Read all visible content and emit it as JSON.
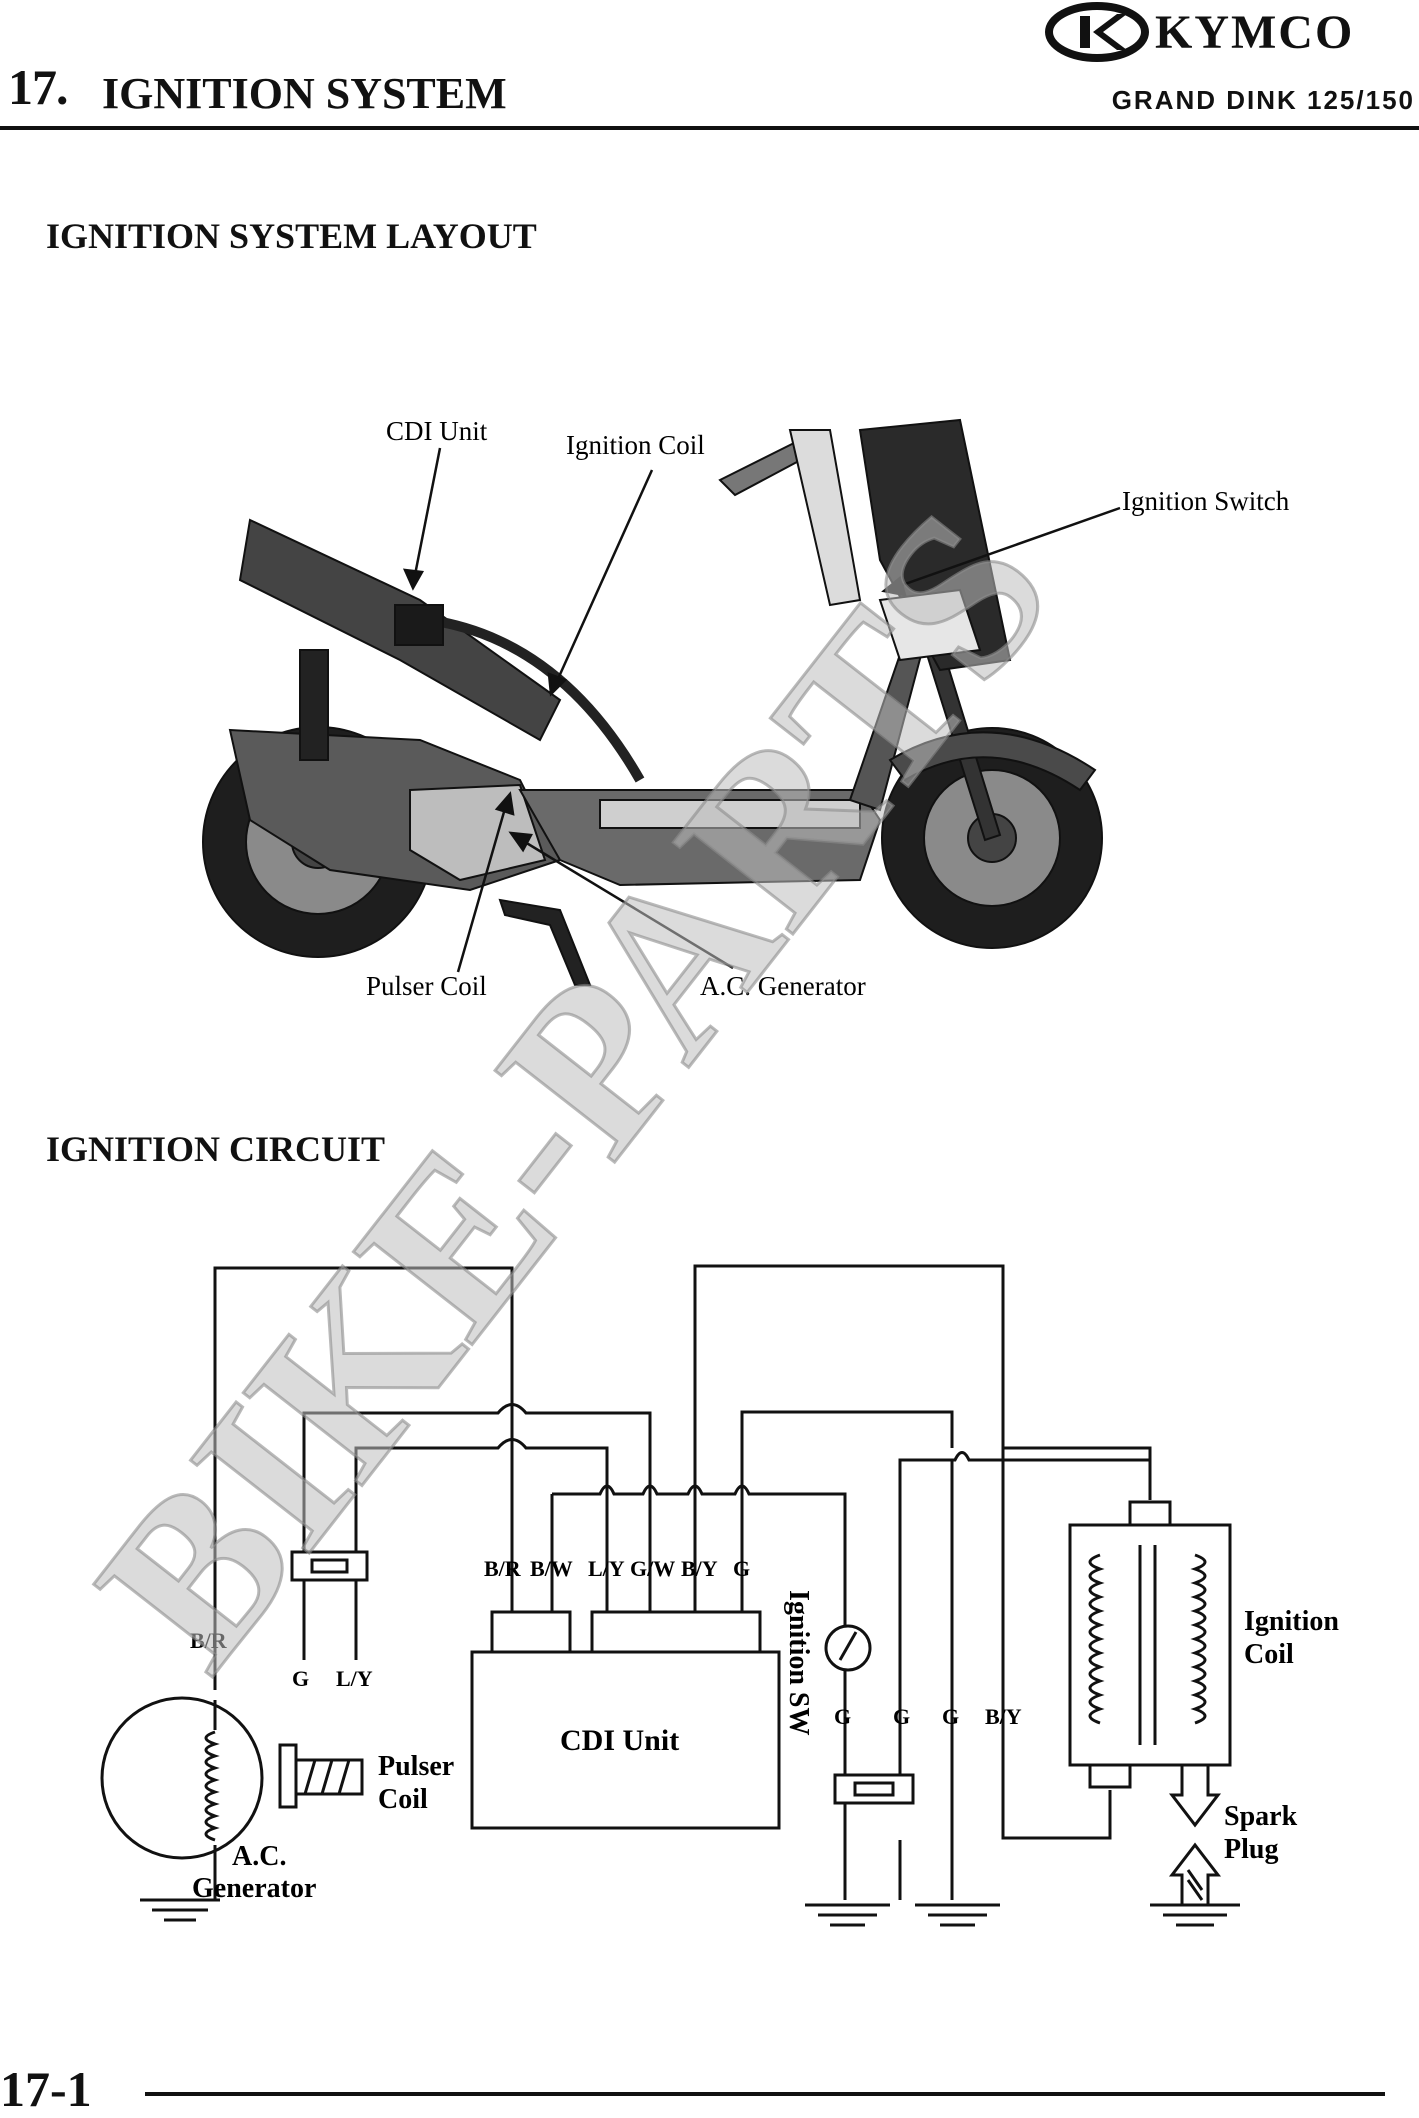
{
  "header": {
    "chapter_number": "17.",
    "chapter_title": "IGNITION SYSTEM",
    "brand": "KYMCO",
    "model": "GRAND DINK 125/150"
  },
  "watermark": "BIKE-PARTS",
  "sections": {
    "layout_title": "IGNITION SYSTEM LAYOUT",
    "circuit_title": "IGNITION CIRCUIT"
  },
  "layout_labels": {
    "cdi_unit": "CDI Unit",
    "ignition_coil": "Ignition Coil",
    "ignition_switch": "Ignition Switch",
    "pulser_coil": "Pulser Coil",
    "ac_generator": "A.C. Generator"
  },
  "circuit_labels": {
    "cdi_unit": "CDI Unit",
    "ignition_sw": "Ignition SW",
    "pulser_coil_1": "Pulser",
    "pulser_coil_2": "Coil",
    "ac_generator_1": "A.C.",
    "ac_generator_2": "Generator",
    "ignition_coil_1": "Ignition",
    "ignition_coil_2": "Coil",
    "spark_plug_1": "Spark",
    "spark_plug_2": "Plug"
  },
  "wire_codes": {
    "cdi_terminals": [
      "B/R",
      "B/W",
      "L/Y",
      "G/W",
      "B/Y",
      "G"
    ],
    "generator_wire": "B/R",
    "pulser_wires": [
      "G",
      "L/Y"
    ],
    "ground_wires": [
      "G",
      "G",
      "G"
    ],
    "coil_wire": "B/Y"
  },
  "footer": {
    "page": "17-1"
  },
  "colors": {
    "ink": "#111111",
    "watermark": "#bdbdbd",
    "frame": "#555555"
  }
}
